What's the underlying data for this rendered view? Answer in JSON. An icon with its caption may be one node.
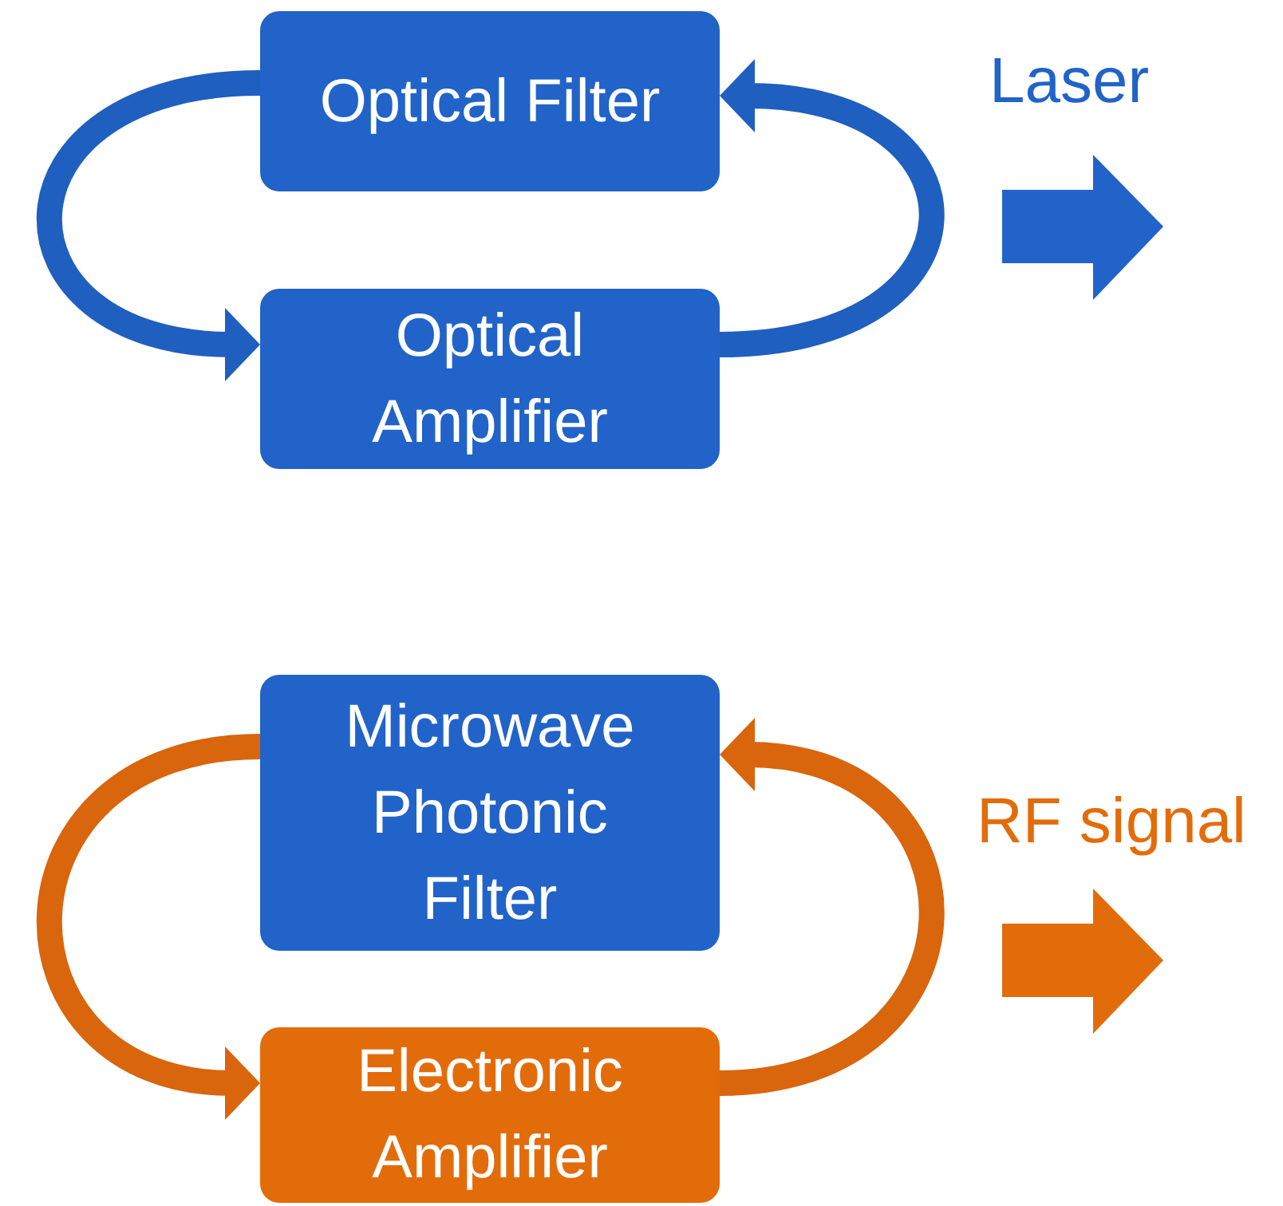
{
  "diagram": {
    "nodes": [
      {
        "text": [
          "Optical Filter"
        ]
      },
      {
        "text": [
          "Optical Amplifier"
        ]
      },
      {
        "text": [
          "Microwave Photonic Filter"
        ]
      },
      {
        "text": [
          "Electronic Amplifier"
        ]
      }
    ],
    "edges": [
      {
        "from": 0,
        "to": 1,
        "arrow": "to",
        "color": "#1f5fbf"
      },
      {
        "from": 1,
        "to": 0,
        "arrow": "to",
        "color": "#1f5fbf"
      },
      {
        "from": 2,
        "to": 3,
        "arrow": "to",
        "color": "#d9650c"
      },
      {
        "from": 3,
        "to": 2,
        "arrow": "to",
        "color": "#d9650c"
      }
    ],
    "labels": [
      "Laser",
      "RF signal"
    ]
  }
}
